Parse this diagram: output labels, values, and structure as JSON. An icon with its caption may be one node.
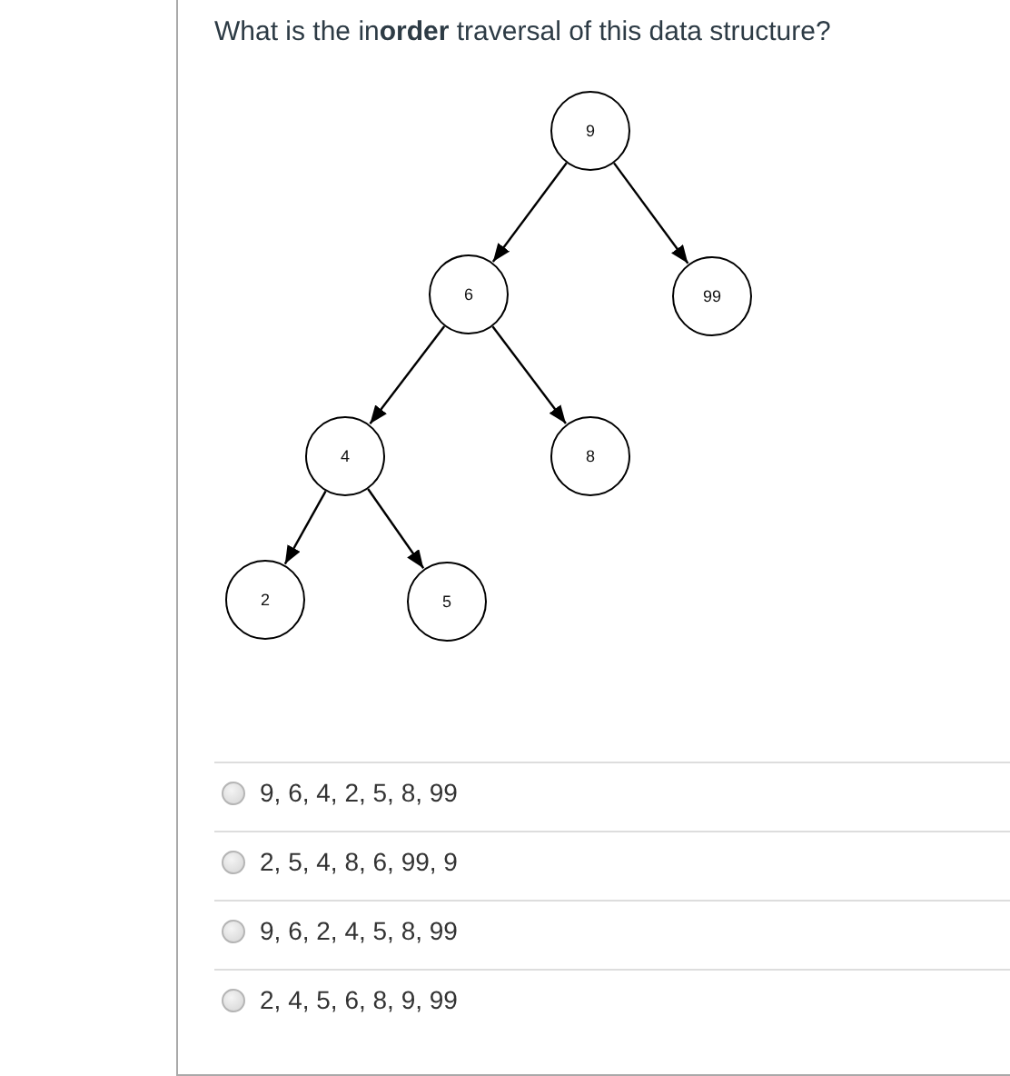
{
  "diagram": {
    "title": "What is the in**order** traversal of this data structure?",
    "nodes": [
      {
        "text": [
          "9"
        ]
      },
      {
        "text": [
          "6"
        ]
      },
      {
        "text": [
          "99"
        ]
      },
      {
        "text": [
          "4"
        ]
      },
      {
        "text": [
          "8"
        ]
      },
      {
        "text": [
          "2"
        ]
      },
      {
        "text": [
          "5"
        ]
      }
    ],
    "edges": [
      {
        "from": 0,
        "to": 1,
        "arrow": "to"
      },
      {
        "from": 0,
        "to": 2,
        "arrow": "to"
      },
      {
        "from": 1,
        "to": 3,
        "arrow": "to"
      },
      {
        "from": 1,
        "to": 4,
        "arrow": "to"
      },
      {
        "from": 3,
        "to": 5,
        "arrow": "to"
      },
      {
        "from": 3,
        "to": 6,
        "arrow": "to"
      }
    ],
    "labels": [
      "9, 6, 4, 2, 5, 8, 99",
      "2, 5, 4, 8, 6, 99, 9",
      "9, 6, 2, 4, 5, 8, 99",
      "2, 4, 5, 6, 8, 9, 99"
    ]
  }
}
